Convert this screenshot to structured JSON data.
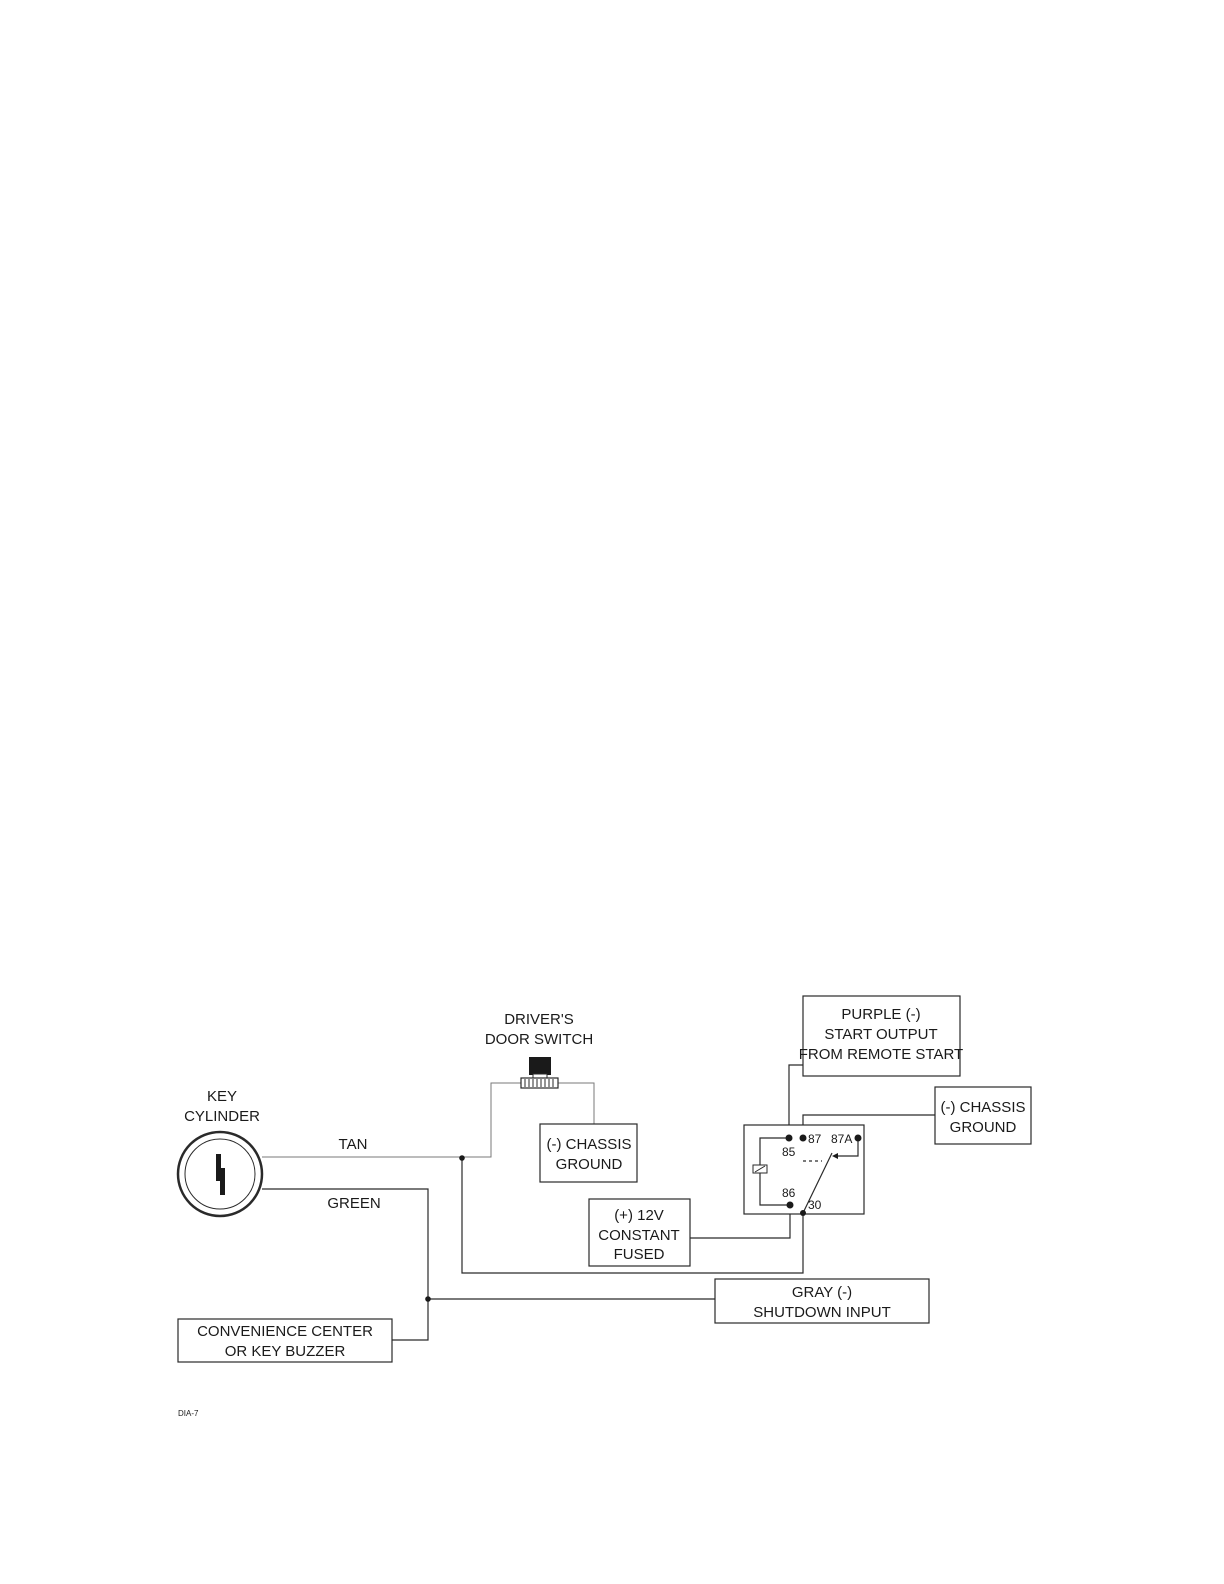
{
  "components": {
    "key_cylinder": [
      "KEY",
      "CYLINDER"
    ],
    "door_switch": [
      "DRIVER'S",
      "DOOR SWITCH"
    ],
    "chassis_ground_left": [
      "(-) CHASSIS",
      "GROUND"
    ],
    "chassis_ground_right": [
      "(-) CHASSIS",
      "GROUND"
    ],
    "purple_start": [
      "PURPLE (-)",
      "START OUTPUT",
      "FROM REMOTE START"
    ],
    "constant_12v": [
      "(+) 12V",
      "CONSTANT",
      "FUSED"
    ],
    "gray_shutdown": [
      "GRAY (-)",
      "SHUTDOWN INPUT"
    ],
    "convenience_center": [
      "CONVENIENCE CENTER",
      "OR KEY BUZZER"
    ]
  },
  "wires": {
    "tan": "TAN",
    "green": "GREEN"
  },
  "relay": {
    "pin_85": "85",
    "pin_86": "86",
    "pin_87": "87",
    "pin_87a": "87A",
    "pin_30": "30"
  },
  "figure_code": "DIA-7"
}
